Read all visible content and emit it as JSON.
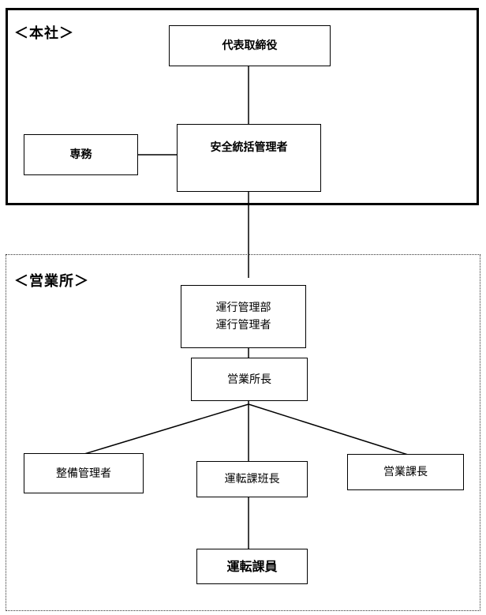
{
  "sections": {
    "headquarters": "＜本社＞",
    "sales_office": "＜営業所＞"
  },
  "nodes": {
    "representative_director": "代表取締役",
    "managing_director": "専務",
    "safety_general_manager": "安全統括管理者",
    "operations_dept": "運行管理部",
    "operations_manager": "運行管理者",
    "office_manager": "営業所長",
    "maintenance_manager": "整備管理者",
    "driving_section_chief": "運転課班長",
    "sales_section_chief": "営業課長",
    "driver_staff": "運転課員"
  }
}
